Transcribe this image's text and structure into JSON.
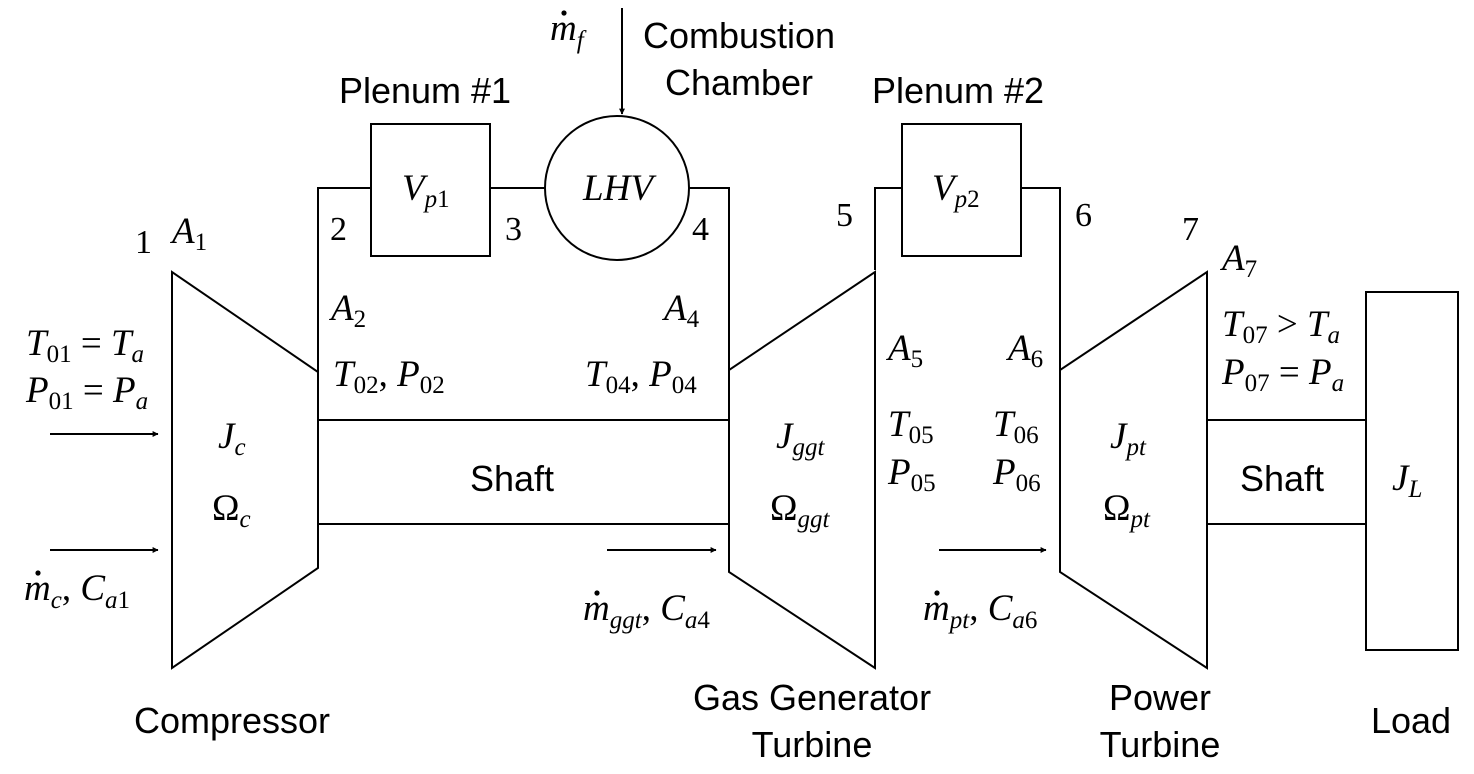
{
  "component_labels": {
    "compressor": "Compressor",
    "gas_generator_turbine_line1": "Gas Generator",
    "gas_generator_turbine_line2": "Turbine",
    "power_turbine_line1": "Power",
    "power_turbine_line2": "Turbine",
    "load": "Load",
    "plenum1": "Plenum #1",
    "plenum2": "Plenum #2",
    "combustion_line1": "Combustion",
    "combustion_line2": "Chamber",
    "shaft1": "Shaft",
    "shaft2": "Shaft"
  },
  "station_numbers": [
    "1",
    "2",
    "3",
    "4",
    "5",
    "6",
    "7"
  ],
  "symbols": {
    "lhv": "LHV",
    "omega": "Ω",
    "areas": [
      "A",
      "1",
      "2",
      "4",
      "5",
      "6",
      "7"
    ],
    "inlet_conditions": {
      "T": "T",
      "T_sub": "01",
      "eq": " = ",
      "Ta": "T",
      "a": "a",
      "P": "P",
      "P_sub": "01",
      "Pa": "P"
    },
    "exit_conditions": {
      "T_sub": "07",
      "gt": " > ",
      "P_sub": "07",
      "eq": " = "
    },
    "station_conditions": {
      "t02": "02",
      "p02": "02",
      "t04": "04",
      "p04": "04",
      "t05": "05",
      "p05": "05",
      "t06": "06",
      "p06": "06"
    },
    "inertia": {
      "J": "J",
      "c": "c",
      "ggt": "ggt",
      "pt": "pt",
      "L": "L"
    },
    "volumes": {
      "V": "V",
      "p1_p": "p",
      "p1_n": "1",
      "p2_p": "p",
      "p2_n": "2"
    },
    "mass_flow": {
      "m": "m",
      "f": "f",
      "c": "c",
      "ggt": "ggt",
      "pt": "pt",
      "C": "C",
      "a1_a": "a",
      "a1_n": "1",
      "a4_n": "4",
      "a6_n": "6",
      "comma": ", "
    }
  }
}
